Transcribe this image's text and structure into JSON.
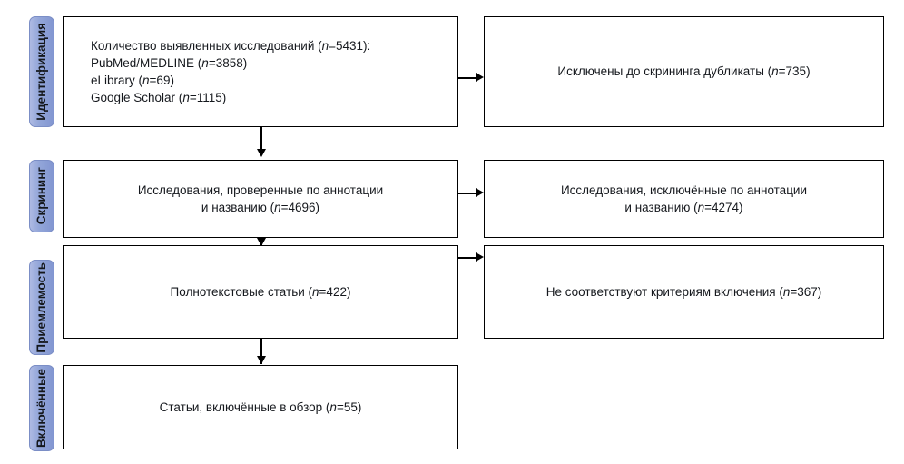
{
  "diagram": {
    "type": "prisma-flow-diagram",
    "language": "ru",
    "stages": [
      {
        "id": "identification",
        "label": "Идентификация"
      },
      {
        "id": "screening",
        "label": "Скрининг"
      },
      {
        "id": "eligibility",
        "label": "Приемлемость"
      },
      {
        "id": "included",
        "label": "Включённые"
      }
    ],
    "boxes": {
      "identified": {
        "text": "Количество выявленных исследований (n=5431):\nPubMed/MEDLINE (n=3858)\neLibrary (n=69)\nGoogle Scholar (n=1115)"
      },
      "duplicates_removed": {
        "text": "Исключены до скрининга дубликаты (n=735)"
      },
      "screened": {
        "text": "Исследования, проверенные по аннотации\nи названию (n=4696)"
      },
      "screening_excluded": {
        "text": "Исследования, исключённые по аннотации\nи названию (n=4274)"
      },
      "fulltext": {
        "text": "Полнотекстовые статьи (n=422)"
      },
      "fulltext_excluded": {
        "text": "Не соответствуют критериям включения (n=367)"
      },
      "included": {
        "text": "Статьи, включённые в обзор (n=55)"
      }
    },
    "counts": {
      "total_identified": 5431,
      "pubmed_medline": 3858,
      "elibrary": 69,
      "google_scholar": 1115,
      "duplicates_removed": 735,
      "screened": 4696,
      "screening_excluded": 4274,
      "fulltext_assessed": 422,
      "fulltext_excluded": 367,
      "included": 55
    },
    "colors": {
      "pill_fill": "#93a6d9",
      "pill_border": "#7b8ec6",
      "box_border": "#000000",
      "box_fill": "#ffffff",
      "text": "#15181d"
    }
  }
}
